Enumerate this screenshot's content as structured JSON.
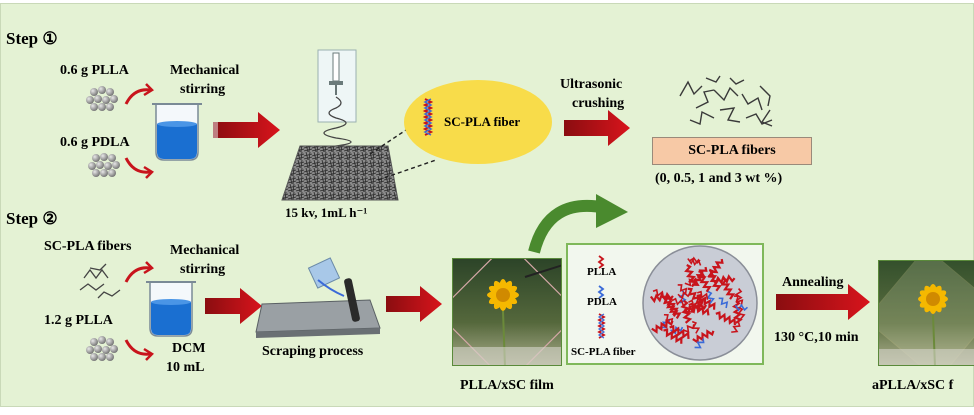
{
  "step1": {
    "title": "Step ①",
    "plla_label": "0.6 g PLLA",
    "pdla_label": "0.6 g PDLA",
    "stir_label_1": "Mechanical",
    "stir_label_2": "stirring",
    "electrospin_label": "15 kv, 1mL h⁻¹",
    "fiber_ellipse_label": "SC-PLA fiber",
    "ultrasonic_label_1": "Ultrasonic",
    "ultrasonic_label_2": "crushing",
    "fibers_box_label": "SC-PLA fibers",
    "fibers_wt_label": "(0, 0.5, 1 and 3 wt %)"
  },
  "step2": {
    "title": "Step ②",
    "fibers_label": "SC-PLA fibers",
    "plla_label": "1.2 g PLLA",
    "stir_label_1": "Mechanical",
    "stir_label_2": "stirring",
    "dcm_label_1": "DCM",
    "dcm_label_2": "10 mL",
    "scraping_label": "Scraping process",
    "film_label": "PLLA/xSC film",
    "legend_plla": "PLLA",
    "legend_pdla": "PDLA",
    "legend_scpla": "SC-PLA fiber",
    "annealing_label": "Annealing",
    "annealing_cond": "130 °C,10 min",
    "final_label": "aPLLA/xSC f"
  },
  "colors": {
    "background": "#e4f2d4",
    "arrow_red": "#c8141c",
    "beaker_blue": "#1a6fd1",
    "ellipse_yellow": "#f8dc4a",
    "fiber_box": "#f7c9a6",
    "green_arrow": "#4a8a2e"
  }
}
